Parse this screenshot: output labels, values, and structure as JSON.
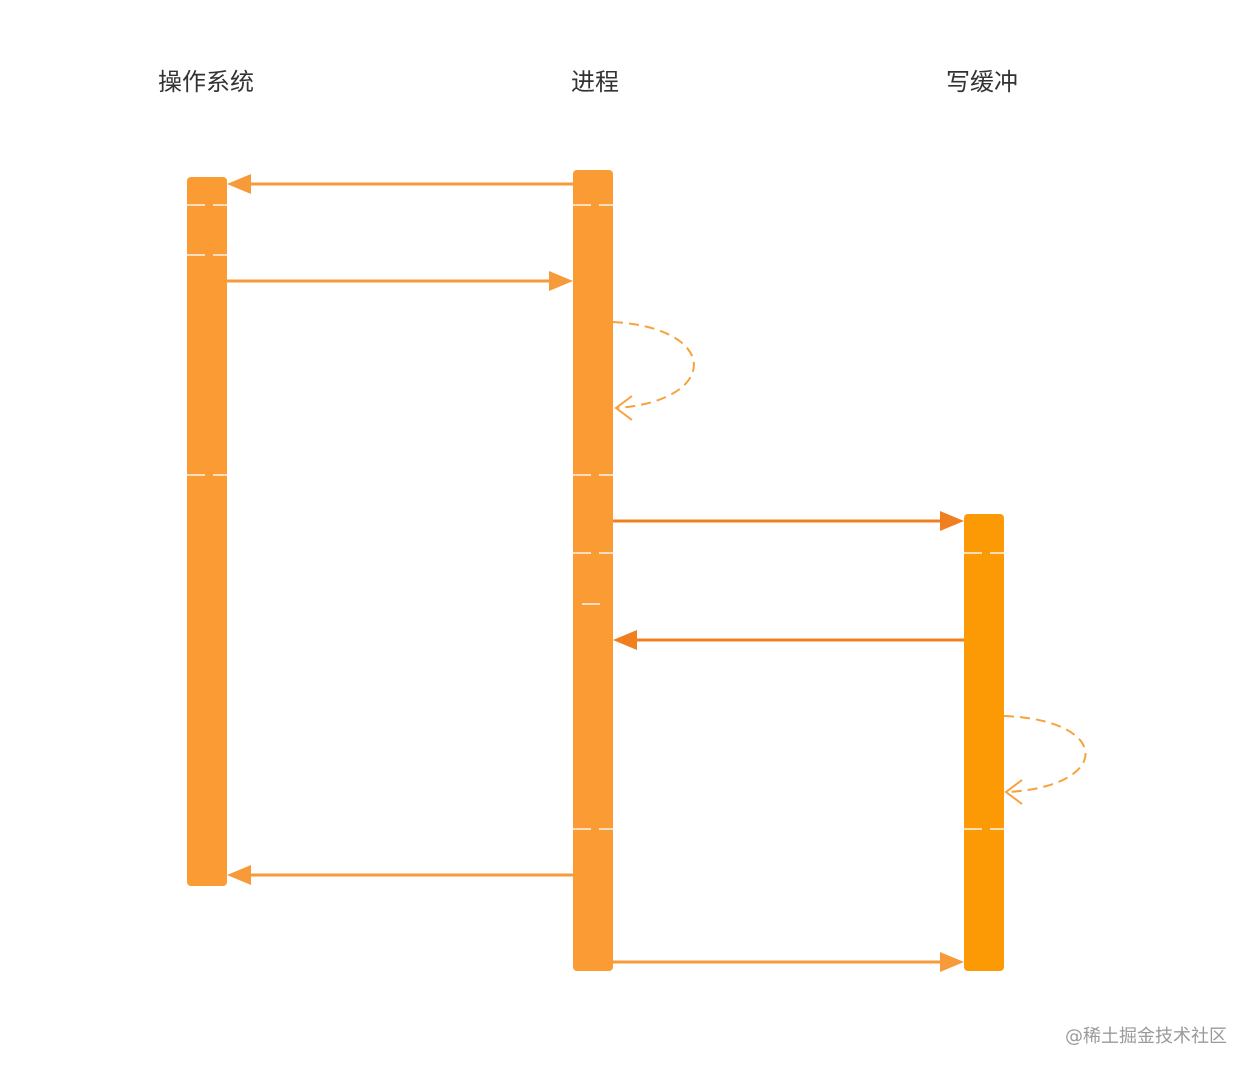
{
  "lanes": {
    "os": {
      "title": "操作系统"
    },
    "process": {
      "title": "进程"
    },
    "write_buffer": {
      "title": "写缓冲"
    }
  },
  "colors": {
    "bar": "#fb9b34",
    "bar_buffer": "#fc9a06",
    "arrow": "#f69a3a",
    "arrow_dark": "#f0801f",
    "dashed": "#f6a33c",
    "text": "#333333"
  },
  "watermark": "@稀土掘金技术社区"
}
